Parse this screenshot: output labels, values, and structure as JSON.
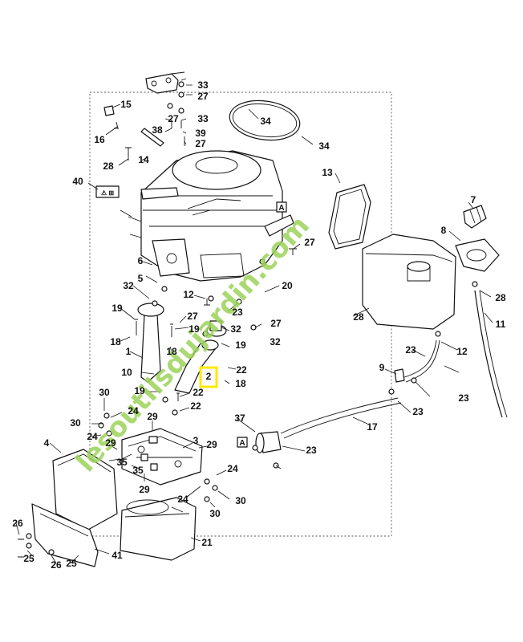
{
  "watermark": {
    "text": "lesoutilsdujardin.com",
    "color_green": "#9cd35a",
    "color_brown": "#b8a58c"
  },
  "highlight": {
    "label": "2",
    "color": "#ffe800"
  },
  "corner_labels": [
    "A",
    "A"
  ],
  "warning_label_symbol": "⚠ ⊞",
  "labels": [
    "33",
    "27",
    "15",
    "27",
    "33",
    "16",
    "38",
    "39",
    "27",
    "28",
    "14",
    "34",
    "34",
    "40",
    "13",
    "7",
    "8",
    "6",
    "27",
    "28",
    "5",
    "32",
    "12",
    "20",
    "28",
    "23",
    "19",
    "27",
    "19",
    "18",
    "32",
    "27",
    "11",
    "18",
    "32",
    "1",
    "19",
    "12",
    "23",
    "10",
    "22",
    "19",
    "2",
    "18",
    "9",
    "22",
    "30",
    "22",
    "23",
    "30",
    "24",
    "23",
    "17",
    "29",
    "37",
    "24",
    "4",
    "29",
    "35",
    "3",
    "29",
    "23",
    "35",
    "29",
    "24",
    "24",
    "26",
    "30",
    "30",
    "21",
    "25",
    "26",
    "25",
    "41"
  ]
}
